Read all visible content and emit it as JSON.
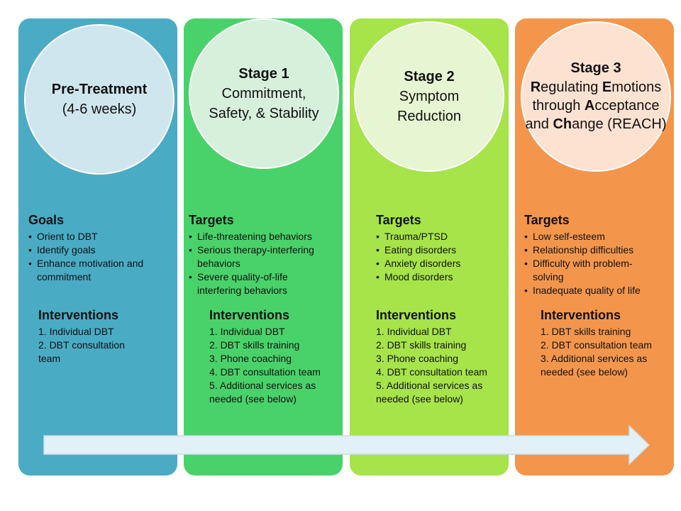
{
  "columns": [
    {
      "circle": {
        "title": "Pre-Treatment",
        "lines": [
          "(4-6 weeks)"
        ]
      },
      "goals_heading": "Goals",
      "goals": [
        "Orient to DBT",
        "Identify goals",
        "Enhance motivation and commitment"
      ],
      "interventions_heading": "Interventions",
      "interventions": [
        "1. Individual DBT",
        "2. DBT consultation team"
      ]
    },
    {
      "circle": {
        "title": "Stage 1",
        "lines": [
          "Commitment,",
          "Safety, & Stability"
        ]
      },
      "targets_heading": "Targets",
      "targets": [
        "Life-threatening behaviors",
        "Serious therapy-interfering behaviors",
        "Severe quality-of-life interfering behaviors"
      ],
      "interventions_heading": "Interventions",
      "interventions": [
        "1. Individual DBT",
        "2. DBT skills training",
        "3. Phone coaching",
        "4. DBT consultation team",
        "5. Additional services as needed (see below)"
      ]
    },
    {
      "circle": {
        "title": "Stage 2",
        "lines": [
          "Symptom",
          "Reduction"
        ]
      },
      "targets_heading": "Targets",
      "targets": [
        "Trauma/PTSD",
        "Eating disorders",
        "Anxiety disorders",
        "Mood disorders"
      ],
      "interventions_heading": "Interventions",
      "interventions": [
        "1. Individual DBT",
        "2. DBT skills training",
        "3. Phone coaching",
        "4. DBT consultation team",
        "5. Additional services as needed (see below)"
      ]
    },
    {
      "circle": {
        "title": "Stage 3",
        "line1_bold": "R",
        "line1_rest": "egulating ",
        "line1_bold2": "E",
        "line1_rest2": "motions",
        "line2_rest": "through ",
        "line2_bold": "A",
        "line2_rest2": "cceptance",
        "line3_rest": "and ",
        "line3_bold": "Ch",
        "line3_rest2": "ange (REACH)"
      },
      "targets_heading": "Targets",
      "targets": [
        "Low self-esteem",
        "Relationship difficulties",
        "Difficulty with problem-solving",
        "Inadequate quality of life"
      ],
      "interventions_heading": "Interventions",
      "interventions": [
        "1. DBT skills training",
        "2. DBT consultation team",
        "3. Additional services as needed (see below)"
      ]
    }
  ],
  "colors": {
    "pretreatment": "#4aabc4",
    "stage1": "#49d26a",
    "stage2": "#a6e44a",
    "stage3": "#f3964c",
    "arrow": "#e2f1f7"
  }
}
